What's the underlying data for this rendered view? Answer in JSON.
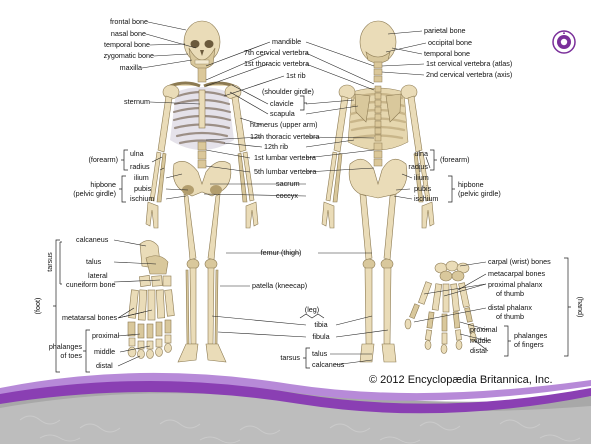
{
  "labels_front_left": [
    "frontal bone",
    "nasal bone",
    "temporal bone",
    "zygomatic bone",
    "maxilla",
    "sternum"
  ],
  "labels_front_center": [
    "mandible",
    "7th cervical vertebra",
    "1st thoracic vertebra",
    "1st rib",
    "(shoulder girdle)",
    "clavicle",
    "scapula",
    "humerus (upper arm)",
    "12th thoracic vertebra",
    "12th rib",
    "1st lumbar vertebra",
    "5th lumbar vertebra",
    "sacrum",
    "coccyx",
    "femur (thigh)",
    "patella (kneecap)",
    "(leg)",
    "tibia",
    "fibula",
    "tarsus",
    "talus",
    "calcaneus"
  ],
  "labels_back_right": [
    "parietal bone",
    "occipital bone",
    "temporal bone",
    "1st cervical vertebra (atlas)",
    "2nd cervical vertebra (axis)"
  ],
  "labels_arm_left": [
    "(forearm)",
    "ulna",
    "radius"
  ],
  "labels_arm_right": [
    "ulna",
    "radius",
    "(forearm)"
  ],
  "labels_hip_left": [
    "hipbone",
    "(pelvic girdle)",
    "ilium",
    "pubis",
    "ischium"
  ],
  "labels_hip_right": [
    "ilium",
    "pubis",
    "ischium",
    "hipbone",
    "(pelvic girdle)"
  ],
  "labels_foot": [
    "(foot)",
    "tarsus",
    "calcaneus",
    "talus",
    "lateral",
    "cuneiform bone",
    "metatarsal bones",
    "phalanges",
    "of toes",
    "proximal",
    "middle",
    "distal"
  ],
  "labels_hand": [
    "carpal (wrist) bones",
    "metacarpal bones",
    "proximal phalanx",
    "of thumb",
    "distal phalanx",
    "of thumb",
    "proximal",
    "middle",
    "distal",
    "phalanges",
    "of fingers",
    "(hand)"
  ],
  "copyright": "© 2012 Encyclopædia Britannica, Inc.",
  "colors": {
    "bone": "#eadcb8",
    "bone_shadow": "#d9c89c",
    "swoosh_purple": "#8a3fb3",
    "swoosh_violet": "#b78ad8",
    "logo_purple": "#7a2f9a",
    "paving": "#a8a8a8"
  },
  "icons": [
    "anatomy-logo-icon"
  ]
}
